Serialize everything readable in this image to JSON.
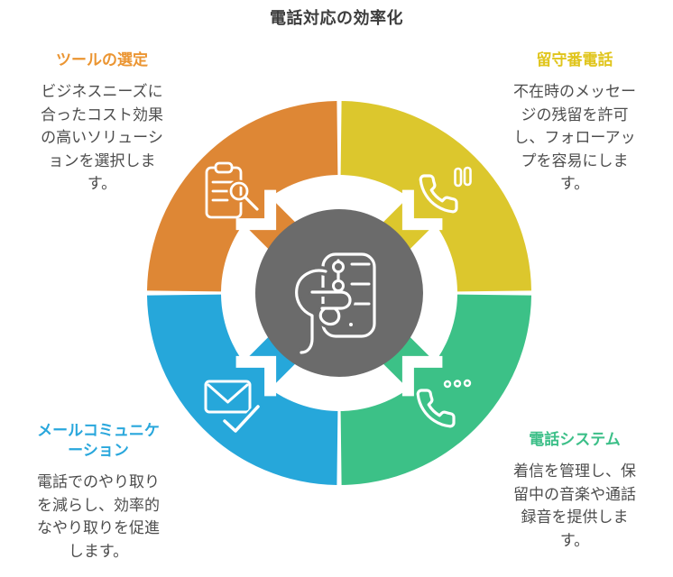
{
  "title": "電話対応の効率化",
  "colors": {
    "orange": "#DE8735",
    "yellow": "#DCC72D",
    "blue": "#26A7DA",
    "green": "#3CC187",
    "center_gray": "#6B6B6B",
    "heading_orange": "#EB9532",
    "heading_yellow": "#E0C51C",
    "heading_blue": "#29A7DC",
    "heading_green": "#3CBF88",
    "body_text": "#4D4D4D",
    "title_text": "#3D3D3D"
  },
  "center_icon": "hand-holding-phone-icon",
  "sections": [
    {
      "id": "tool-selection",
      "heading": "ツールの選定",
      "icon": "clipboard-search-icon",
      "body": "ビジネスニーズに合ったコスト効果の高いソリューションを選択します。"
    },
    {
      "id": "voicemail",
      "heading": "留守番電話",
      "icon": "phone-pause-icon",
      "body": "不在時のメッセージの残留を許可し、フォローアップを容易にします。"
    },
    {
      "id": "email-communication",
      "heading": "メールコミュニケーション",
      "icon": "mail-check-icon",
      "body": "電話でのやり取りを減らし、効率的なやり取りを促進します。"
    },
    {
      "id": "phone-system",
      "heading": "電話システム",
      "icon": "phone-dots-icon",
      "body": "着信を管理し、保留中の音楽や通話録音を提供します。"
    }
  ]
}
